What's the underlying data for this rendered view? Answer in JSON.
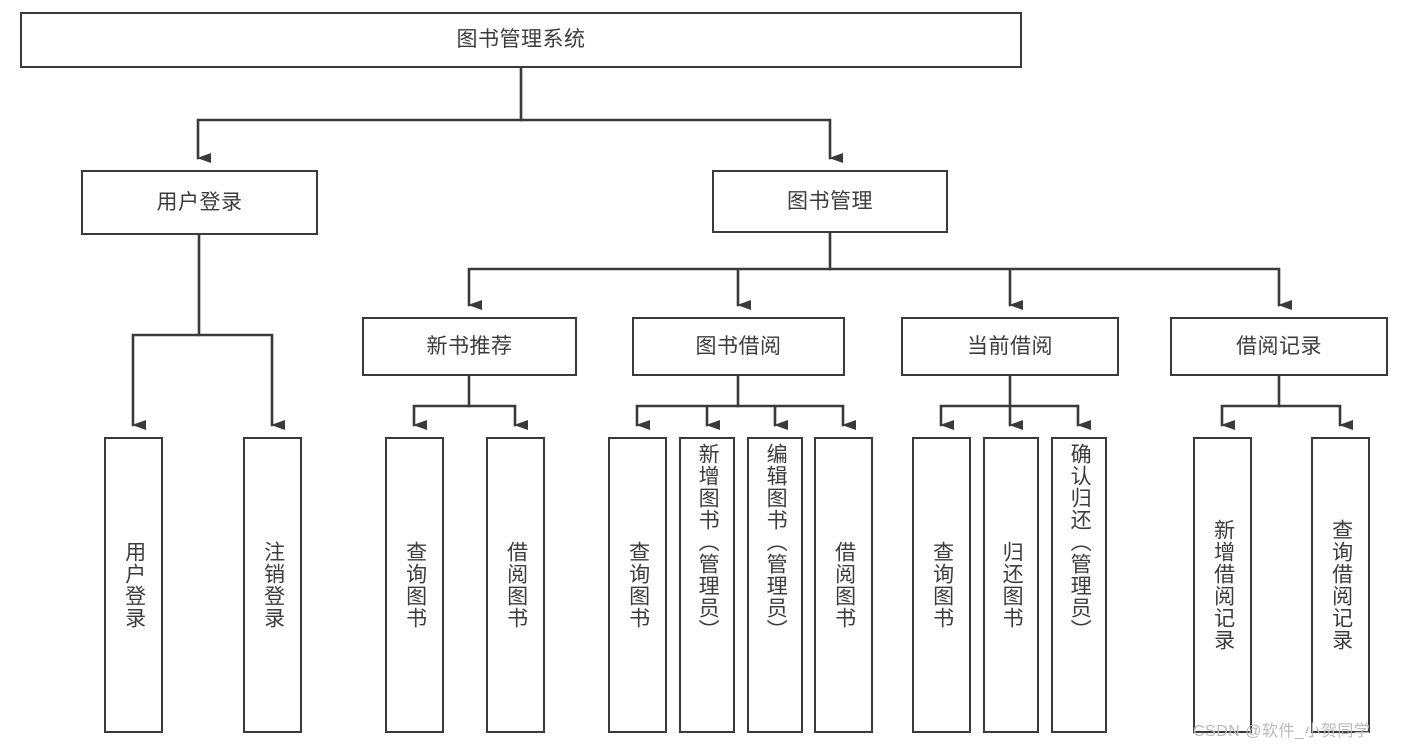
{
  "diagram": {
    "title": "图书管理系统",
    "type": "tree-hierarchy",
    "root": {
      "label": "图书管理系统",
      "children": [
        {
          "label": "用户登录",
          "children": [
            {
              "label": "用户登录"
            },
            {
              "label": "注销登录"
            }
          ]
        },
        {
          "label": "图书管理",
          "children": [
            {
              "label": "新书推荐",
              "children": [
                {
                  "label": "查询图书"
                },
                {
                  "label": "借阅图书"
                }
              ]
            },
            {
              "label": "图书借阅",
              "children": [
                {
                  "label": "查询图书"
                },
                {
                  "label": "新增图书（管理员）"
                },
                {
                  "label": "编辑图书（管理员）"
                },
                {
                  "label": "借阅图书"
                }
              ]
            },
            {
              "label": "当前借阅",
              "children": [
                {
                  "label": "查询图书"
                },
                {
                  "label": "归还图书"
                },
                {
                  "label": "确认归还（管理员）"
                }
              ]
            },
            {
              "label": "借阅记录",
              "children": [
                {
                  "label": "新增借阅记录"
                },
                {
                  "label": "查询借阅记录"
                }
              ]
            }
          ]
        }
      ]
    },
    "nodes": {
      "root": "图书管理系统",
      "l1_user_login": "用户登录",
      "l1_book_manage": "图书管理",
      "l2_new_book_rec": "新书推荐",
      "l2_book_borrow": "图书借阅",
      "l2_current_borrow": "当前借阅",
      "l2_borrow_record": "借阅记录",
      "leaf_user_login": "用户登录",
      "leaf_logout": "注销登录",
      "leaf_query_book_1": "查询图书",
      "leaf_borrow_book_1": "借阅图书",
      "leaf_query_book_2": "查询图书",
      "leaf_add_book_admin": "新增图书（管理员）",
      "leaf_edit_book_admin": "编辑图书（管理员）",
      "leaf_borrow_book_2": "借阅图书",
      "leaf_query_book_3": "查询图书",
      "leaf_return_book": "归还图书",
      "leaf_confirm_return_admin": "确认归还（管理员）",
      "leaf_add_borrow_record": "新增借阅记录",
      "leaf_query_borrow_record": "查询借阅记录"
    },
    "colors": {
      "stroke": "#3a3a3a",
      "fill": "#ffffff",
      "text": "#3c3c3c",
      "watermark": "#b9b9b9"
    }
  },
  "watermark": {
    "text": "CSDN @软件_小贺同学"
  }
}
